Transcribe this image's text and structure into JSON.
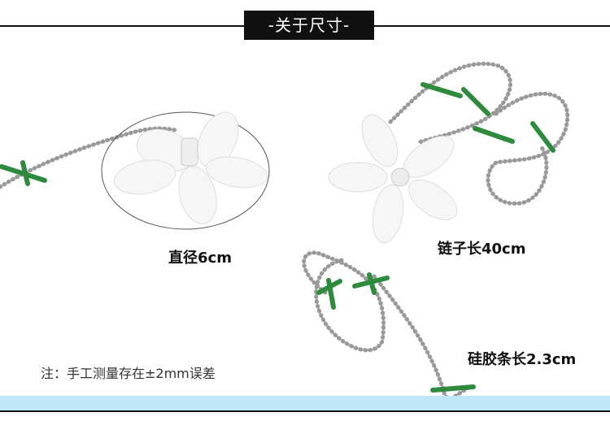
{
  "header": {
    "title": "-关于尺寸-"
  },
  "labels": {
    "diameter": "直径6cm",
    "chain_length": "链子长40cm",
    "silicone_length": "硅胶条长2.3cm"
  },
  "note": "注：手工测量存在±2mm误差",
  "colors": {
    "header_bg": "#111111",
    "accent_band": "#bfe6f7",
    "silicone_green": "#2e8b3e",
    "chain_silver": "#9a9a9a"
  }
}
